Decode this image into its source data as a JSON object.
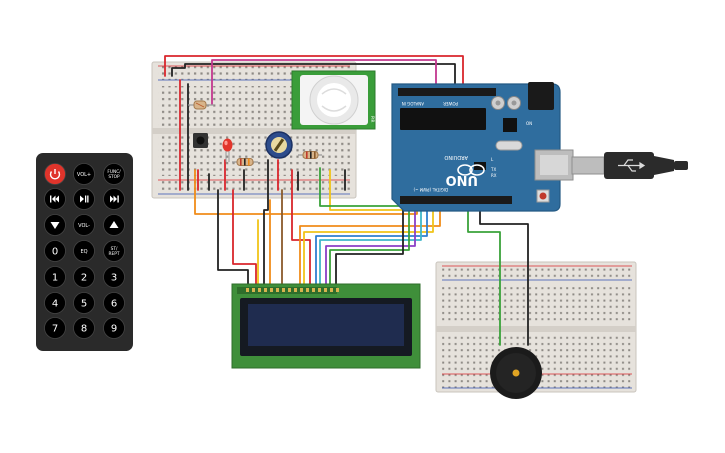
{
  "remote": {
    "buttons": [
      {
        "id": "power",
        "label": "",
        "icon": "power-icon"
      },
      {
        "id": "vol-up",
        "label": "VOL+"
      },
      {
        "id": "func-stop",
        "label": "FUNC/ STOP"
      },
      {
        "id": "prev",
        "label": "",
        "icon": "skip-back-icon"
      },
      {
        "id": "play-pause",
        "label": "",
        "icon": "play-pause-icon"
      },
      {
        "id": "next",
        "label": "",
        "icon": "skip-forward-icon"
      },
      {
        "id": "down",
        "label": "",
        "icon": "arrow-down-icon"
      },
      {
        "id": "vol-down",
        "label": "VOL-"
      },
      {
        "id": "up",
        "label": "",
        "icon": "arrow-up-icon"
      },
      {
        "id": "0",
        "label": "0"
      },
      {
        "id": "eq",
        "label": "EQ"
      },
      {
        "id": "st-rept",
        "label": "ST/ REPT"
      },
      {
        "id": "1",
        "label": "1"
      },
      {
        "id": "2",
        "label": "2"
      },
      {
        "id": "3",
        "label": "3"
      },
      {
        "id": "4",
        "label": "4"
      },
      {
        "id": "5",
        "label": "5"
      },
      {
        "id": "6",
        "label": "6"
      },
      {
        "id": "7",
        "label": "7"
      },
      {
        "id": "8",
        "label": "8"
      },
      {
        "id": "9",
        "label": "9"
      }
    ]
  },
  "arduino": {
    "brand": "UNO",
    "maker": "ARDUINO",
    "digital_label": "DIGITAL (PWM ~)",
    "analog_label": "ANALOG IN",
    "power_label": "POWER",
    "tx": "TX",
    "rx": "RX",
    "l": "L",
    "on": "ON"
  },
  "pir": {
    "label": "PIR"
  },
  "colors": {
    "board": "#2f6d9e",
    "breadboard": "#e6e2dc",
    "lcd_pcb": "#3f8f3a",
    "lcd_screen": "#1f2c4f",
    "remote_body": "#2a2a2a",
    "power_button": "#e0342b",
    "wire_red": "#d9262c",
    "wire_black": "#222222",
    "wire_magenta": "#c2378f",
    "wire_orange": "#f08c1a",
    "wire_yellow": "#f0c419",
    "wire_green": "#3aa23a",
    "wire_blue": "#2f7fd0",
    "wire_cyan": "#3fb7c9",
    "wire_purple": "#8b3fc6",
    "wire_brown": "#8a5a2b"
  }
}
